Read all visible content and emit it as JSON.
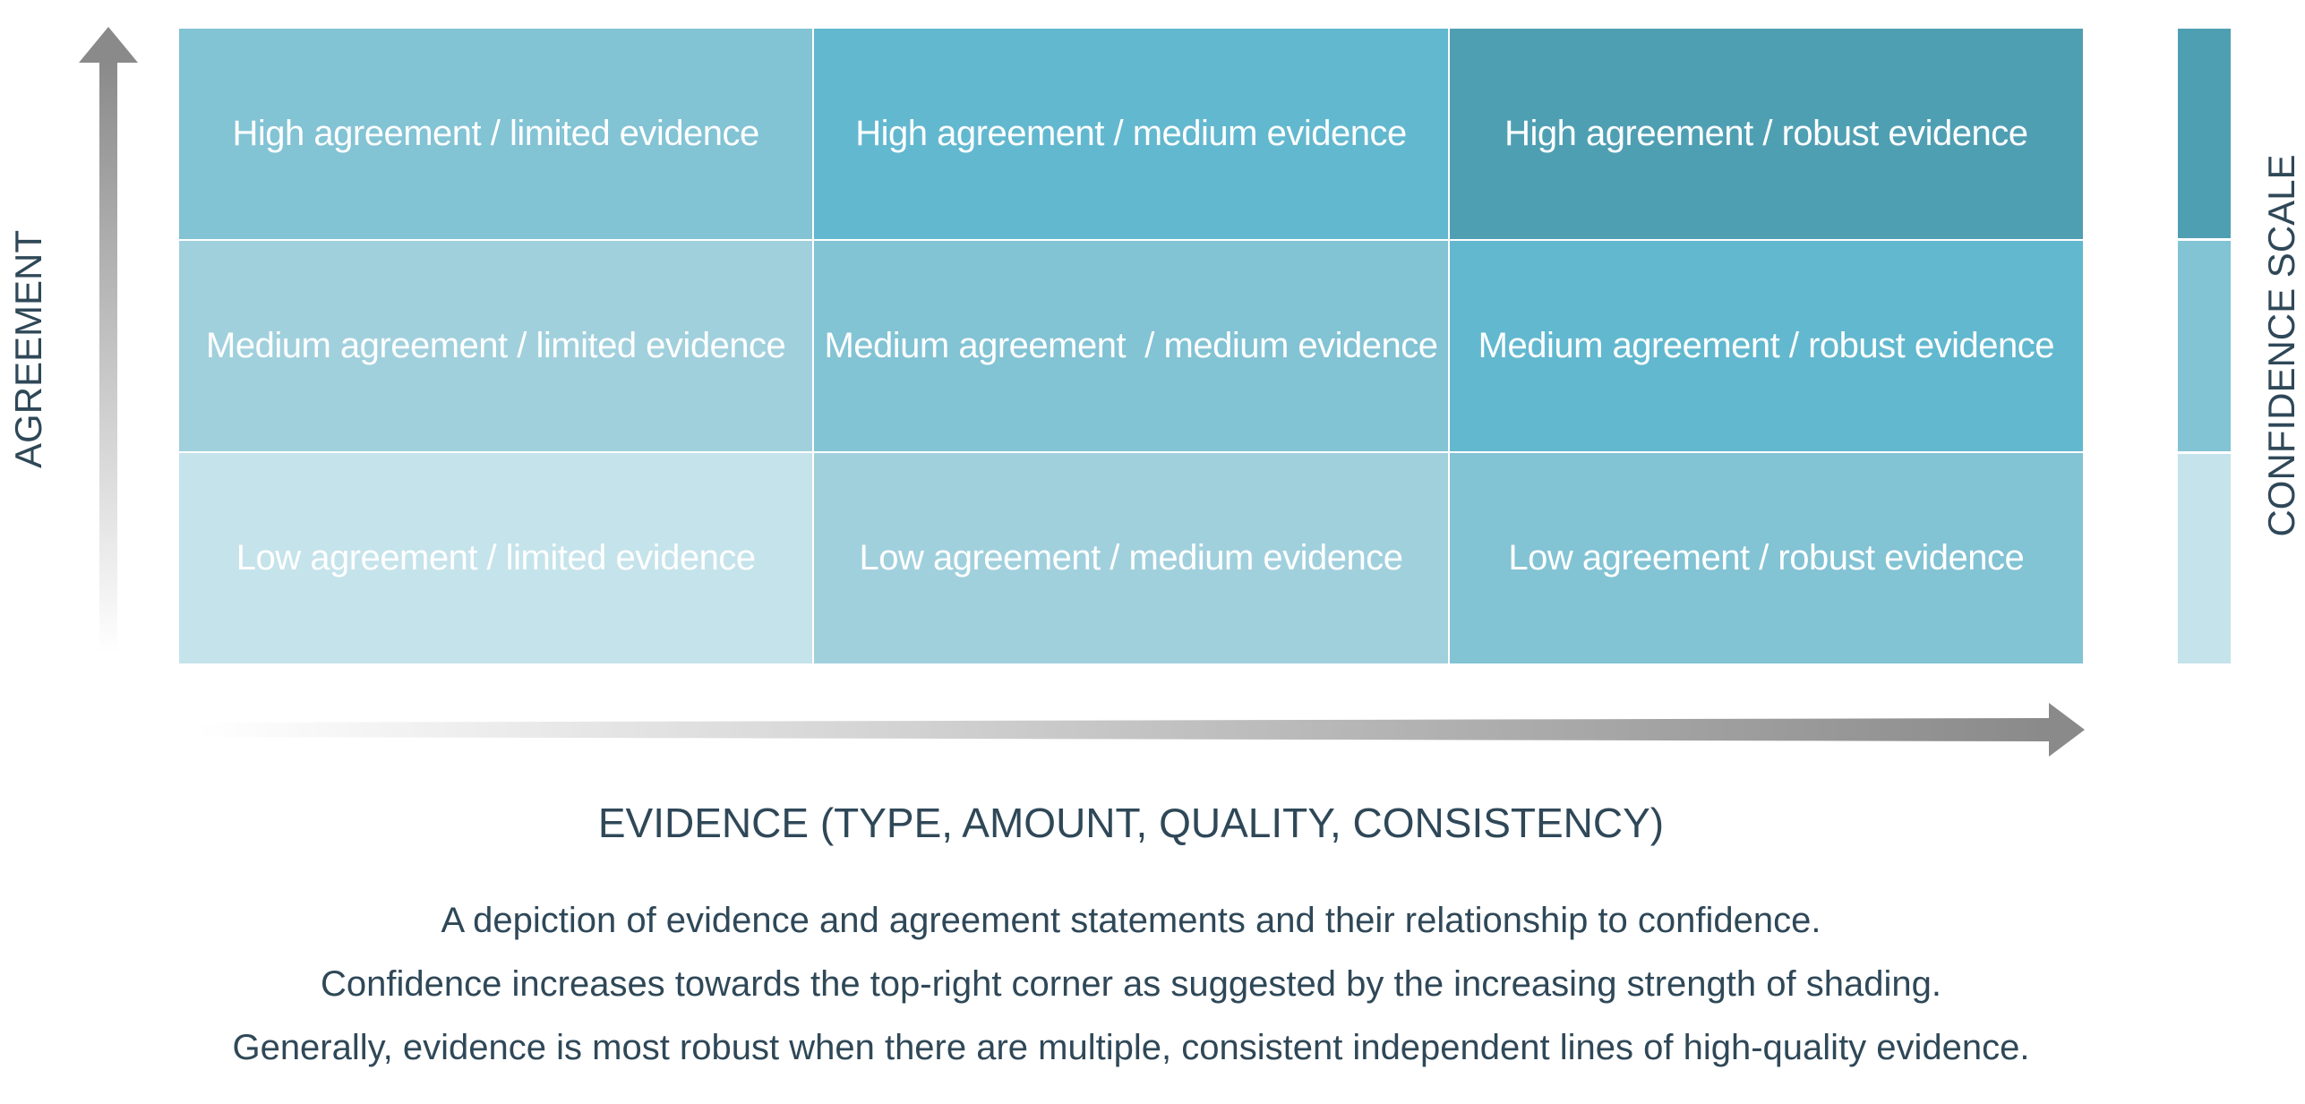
{
  "matrix": {
    "rows": [
      {
        "cells": [
          {
            "label": "High agreement / limited evidence"
          },
          {
            "label": "High agreement / medium evidence"
          },
          {
            "label": "High agreement / robust evidence"
          }
        ]
      },
      {
        "cells": [
          {
            "label": "Medium agreement / limited evidence"
          },
          {
            "label": "Medium agreement  / medium evidence"
          },
          {
            "label": "Medium agreement / robust evidence"
          }
        ]
      },
      {
        "cells": [
          {
            "label": "Low agreement / limited evidence"
          },
          {
            "label": "Low agreement / medium evidence"
          },
          {
            "label": "Low agreement / robust evidence"
          }
        ]
      }
    ]
  },
  "axes": {
    "y_label": "AGREEMENT",
    "x_label": "EVIDENCE (TYPE, AMOUNT, QUALITY, CONSISTENCY)"
  },
  "scale": {
    "label": "CONFIDENCE SCALE"
  },
  "captions": {
    "line1": "A depiction of evidence and agreement statements and their relationship to confidence.",
    "line2": "Confidence increases towards the top-right corner as suggested by the increasing strength of shading.",
    "line3": "Generally, evidence is most robust when there are multiple, consistent independent lines of high-quality evidence."
  },
  "colors": {
    "shade_1": "#c5e3ea",
    "shade_2": "#a1d0dd",
    "shade_3": "#82c3d4",
    "shade_4": "#62b8cf",
    "shade_5": "#4f9fb3",
    "text_dark": "#2f4858",
    "arrow_gray": "#8a8a8a"
  }
}
